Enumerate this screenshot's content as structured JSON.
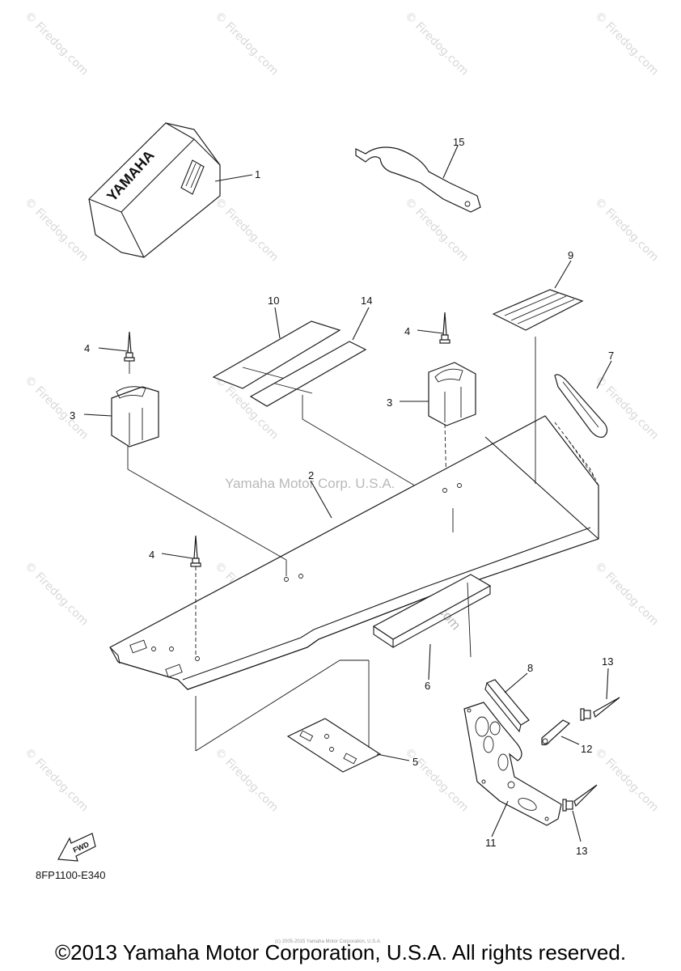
{
  "diagram": {
    "code": "8FP1100-E340",
    "brand_text": "YAMAHA",
    "fwd_label": "FWD",
    "copyright": "©2013 Yamaha Motor Corporation, U.S.A. All rights reserved.",
    "tiny_copyright": "(c) 2005-2015 Yamaha Motor Corporation, U.S.A.",
    "center_watermark": "Yamaha Motor Corp. U.S.A.",
    "firedog_watermark": "© Firedog.com",
    "callouts": [
      "1",
      "2",
      "3",
      "3",
      "4",
      "4",
      "4",
      "5",
      "6",
      "7",
      "8",
      "9",
      "10",
      "11",
      "12",
      "13",
      "13",
      "14",
      "15"
    ]
  }
}
